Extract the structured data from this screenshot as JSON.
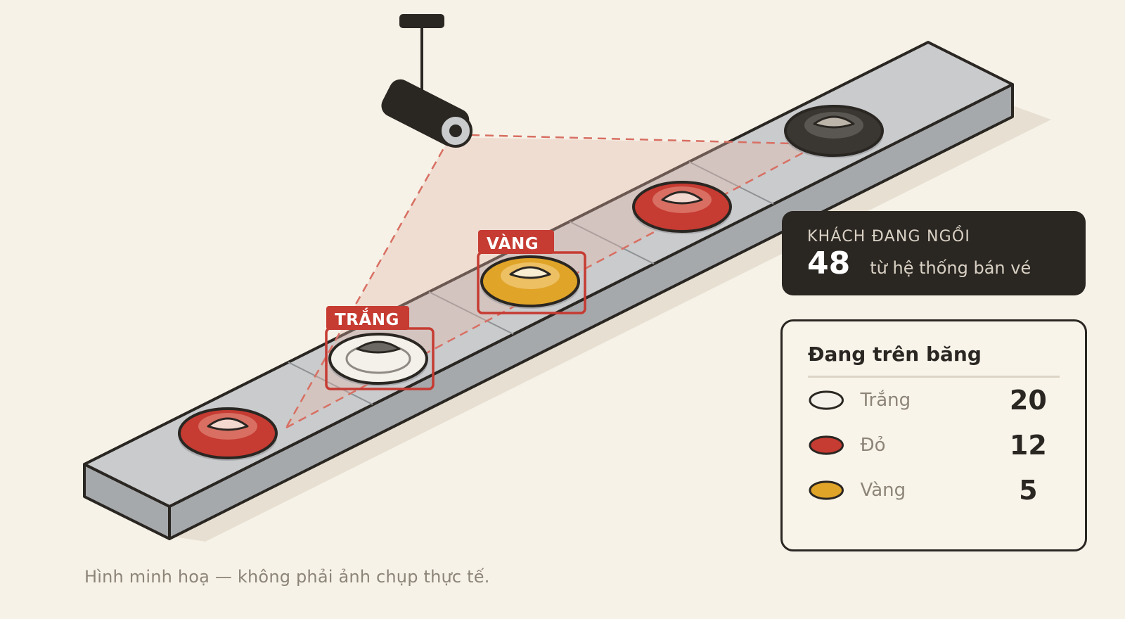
{
  "detections": {
    "white_label": "TRẮNG",
    "yellow_label": "VÀNG"
  },
  "seated": {
    "label": "KHÁCH ĐANG NGỒI",
    "count": "48",
    "note": "từ hệ thống bán vé"
  },
  "belt": {
    "title": "Đang trên băng",
    "items": [
      {
        "name": "Trắng",
        "count": "20",
        "color": "#f4f1ea"
      },
      {
        "name": "Đỏ",
        "count": "12",
        "color": "#c63b32"
      },
      {
        "name": "Vàng",
        "count": "5",
        "color": "#e0a428"
      }
    ]
  },
  "caption": "Hình minh hoạ — không phải ảnh chụp thực tế.",
  "colors": {
    "background": "#f6f2e8",
    "ink": "#2a2622",
    "accent_red": "#c63b32",
    "plate_white": "#f4f1ea",
    "plate_red": "#c63b32",
    "plate_yellow": "#e0a428",
    "plate_dark": "#3a3632"
  },
  "icons": {
    "camera": "cctv-camera-icon"
  }
}
